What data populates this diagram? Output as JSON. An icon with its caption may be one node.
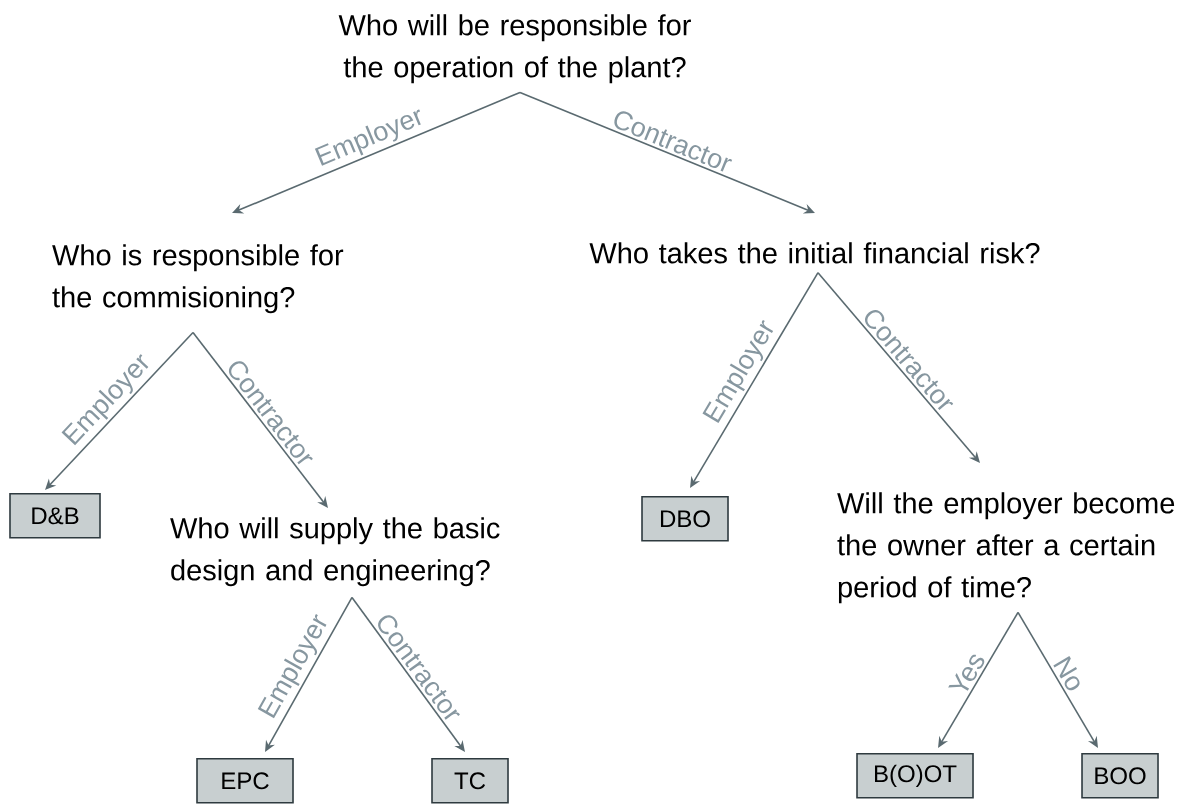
{
  "diagram": {
    "nodes": [
      {
        "text": [
          "Who will be responsible for the operation of the plant?"
        ]
      },
      {
        "text": [
          "Who is responsible for the commisioning?"
        ]
      },
      {
        "text": [
          "Who takes the initial financial risk?"
        ]
      },
      {
        "text": [
          "D&B"
        ]
      },
      {
        "text": [
          "Who will supply the basic design and engineering?"
        ]
      },
      {
        "text": [
          "DBO"
        ]
      },
      {
        "text": [
          "Will the employer become the owner after a certain period of time?"
        ]
      },
      {
        "text": [
          "EPC"
        ]
      },
      {
        "text": [
          "TC"
        ]
      },
      {
        "text": [
          "B(O)OT"
        ]
      },
      {
        "text": [
          "BOO"
        ]
      }
    ],
    "edges": [
      {
        "from": 0,
        "to": 1,
        "arrow": "to",
        "label": "Employer"
      },
      {
        "from": 0,
        "to": 2,
        "arrow": "to",
        "label": "Contractor"
      },
      {
        "from": 1,
        "to": 3,
        "arrow": "to",
        "label": "Employer"
      },
      {
        "from": 1,
        "to": 4,
        "arrow": "to",
        "label": "Contractor"
      },
      {
        "from": 2,
        "to": 5,
        "arrow": "to",
        "label": "Employer"
      },
      {
        "from": 2,
        "to": 6,
        "arrow": "to",
        "label": "Contractor"
      },
      {
        "from": 4,
        "to": 7,
        "arrow": "to",
        "label": "Employer"
      },
      {
        "from": 4,
        "to": 8,
        "arrow": "to",
        "label": "Contractor"
      },
      {
        "from": 6,
        "to": 9,
        "arrow": "to",
        "label": "Yes"
      },
      {
        "from": 6,
        "to": 10,
        "arrow": "to",
        "label": "No"
      }
    ]
  }
}
